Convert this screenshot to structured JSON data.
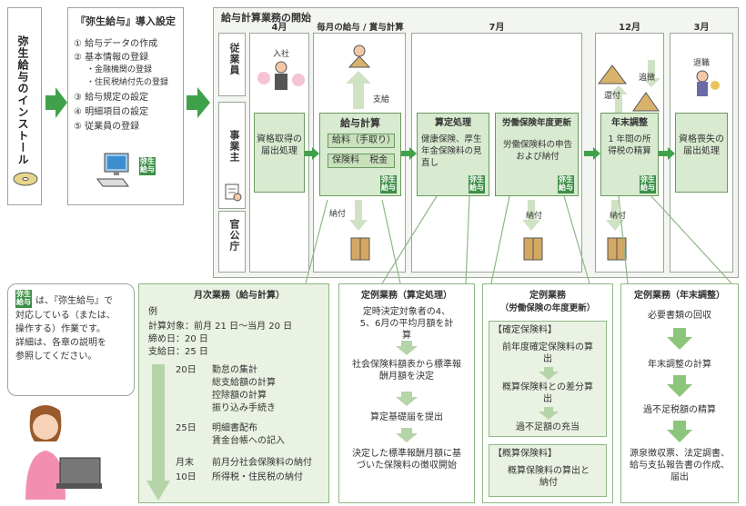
{
  "left_column": {
    "title": "弥生給与のインストール"
  },
  "setup": {
    "title": "『弥生給与』導入設定",
    "items": [
      "① 給与データの作成",
      "② 基本情報の登録",
      "・金融機関の登録",
      "・住民税納付先の登録",
      "③ 給与規定の設定",
      "④ 明細項目の設定",
      "⑤ 従業員の登録"
    ],
    "badge": "弥生\n給与"
  },
  "main": {
    "title": "給与計算業務の開始",
    "rows": [
      "従業員",
      "事業主",
      "官公庁"
    ],
    "months": [
      "4月",
      "毎月の給与 / 賞与計算",
      "7月",
      "12月",
      "3月"
    ],
    "employee_labels": {
      "join": "入社",
      "pay": "支給",
      "refund": "還付",
      "collect": "追徴",
      "retire": "退職"
    },
    "payment_label": "納付",
    "boxes": {
      "acquire": "資格取得の届出処理",
      "payroll_title": "給与計算",
      "payroll_item1": "給料（手取り）",
      "payroll_item2a": "保険料",
      "payroll_item2b": "税金",
      "santei_title": "算定処理",
      "santei_body": "健康保険、厚生年金保険料の見直し",
      "roudou_title": "労働保険年度更新",
      "roudou_body": "労働保険料の申告および納付",
      "nenmatsu_title": "年末調整",
      "nenmatsu_body": "1 年間の所得税の精算",
      "loss": "資格喪失の届出処理"
    },
    "badge": "弥生\n給与"
  },
  "monthly": {
    "title": "月次業務（給与計算）",
    "example": "例",
    "lines": [
      "計算対象：前月 21 日～当月 20 日",
      "締め日：20 日",
      "支給日：25 日"
    ],
    "schedule": [
      {
        "day": "20日",
        "tasks": [
          "勤怠の集計",
          "総支給額の計算",
          "控除額の計算",
          "振り込み手続き"
        ]
      },
      {
        "day": "25日",
        "tasks": [
          "明細書配布",
          "賃金台帳への記入"
        ]
      },
      {
        "day": "月末",
        "tasks": [
          "前月分社会保険料の納付"
        ]
      },
      {
        "day": "10日",
        "tasks": [
          "所得税・住民税の納付"
        ]
      }
    ]
  },
  "teirei_santei": {
    "title": "定例業務（算定処理）",
    "steps": [
      "定時決定対象者の4、5、6月の平均月額を計算",
      "社会保険料額表から標準報酬月額を決定",
      "算定基礎届を提出",
      "決定した標準報酬月額に基づいた保険料の徴収開始"
    ]
  },
  "teirei_roudou": {
    "title1": "定例業務",
    "title2": "（労働保険の年度更新）",
    "kakutei_title": "【確定保険料】",
    "kakutei_steps": [
      "前年度確定保険料の算出",
      "概算保険料との差分算出",
      "過不足額の充当"
    ],
    "gaisan_title": "【概算保険料】",
    "gaisan_steps": [
      "概算保険料の算出と納付"
    ]
  },
  "teirei_nenmatsu": {
    "title": "定例業務（年末調整）",
    "steps": [
      "必要書類の回収",
      "年末調整の計算",
      "過不足税額の精算",
      "源泉徴収票、法定調書、給与支払報告書の作成、届出"
    ]
  },
  "note": {
    "badge": "弥生\n給与",
    "text1": "は、『弥生給与』で",
    "text2": "対応している（または、",
    "text3": "操作する）作業です。",
    "text4": "詳細は、各章の説明を",
    "text5": "参照してください。"
  },
  "colors": {
    "green": "#3c8f46",
    "light_green": "#d8ead0",
    "arrow": "#4aa548",
    "panel": "#f3f5f1"
  }
}
